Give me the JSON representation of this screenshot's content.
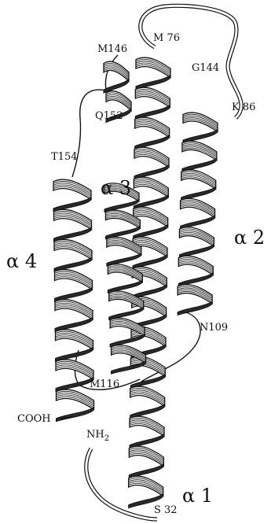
{
  "residue_labels": {
    "m146": "M146",
    "m76": "M 76",
    "g144": "G144",
    "k86": "K 86",
    "q152": "Q152",
    "t154": "T154",
    "n109": "N109",
    "m116": "M116",
    "cooh": "COOH",
    "nh2_base": "NH",
    "nh2_sub": "2",
    "s32": "S 32"
  },
  "helix_labels": {
    "a1": "α 1",
    "a2": "α 2",
    "a3": "α 3",
    "a4": "α 4"
  }
}
